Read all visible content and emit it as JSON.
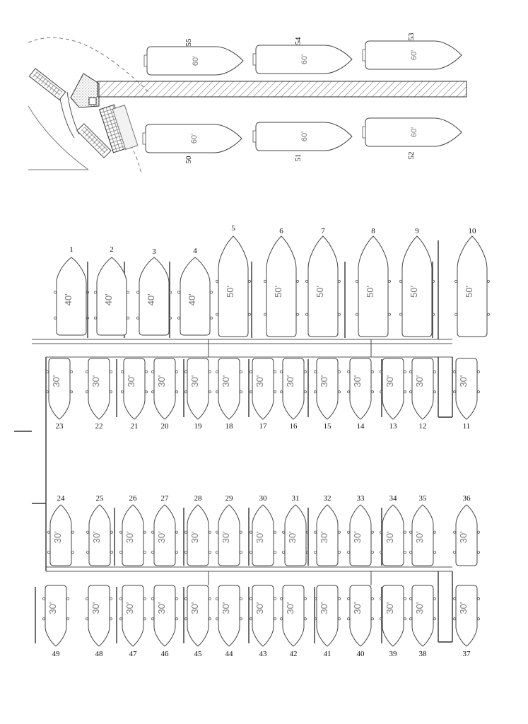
{
  "top_marina": {
    "slips": [
      {
        "number": "55",
        "size": "60'"
      },
      {
        "number": "54",
        "size": "60'"
      },
      {
        "number": "53",
        "size": "60'"
      },
      {
        "number": "50",
        "size": "60'"
      },
      {
        "number": "51",
        "size": "60'"
      },
      {
        "number": "52",
        "size": "60'"
      }
    ]
  },
  "row_a": {
    "slips": [
      {
        "number": "1",
        "size": "40'"
      },
      {
        "number": "2",
        "size": "40'"
      },
      {
        "number": "3",
        "size": "40'"
      },
      {
        "number": "4",
        "size": "40'"
      },
      {
        "number": "5",
        "size": "50'"
      },
      {
        "number": "6",
        "size": "50'"
      },
      {
        "number": "7",
        "size": "50'"
      },
      {
        "number": "8",
        "size": "50'"
      },
      {
        "number": "9",
        "size": "50'"
      },
      {
        "number": "10",
        "size": "50'"
      }
    ]
  },
  "row_b": {
    "slips": [
      {
        "number": "23",
        "size": "30'"
      },
      {
        "number": "22",
        "size": "30'"
      },
      {
        "number": "21",
        "size": "30'"
      },
      {
        "number": "20",
        "size": "30'"
      },
      {
        "number": "19",
        "size": "30'"
      },
      {
        "number": "18",
        "size": "30'"
      },
      {
        "number": "17",
        "size": "30'"
      },
      {
        "number": "16",
        "size": "30'"
      },
      {
        "number": "15",
        "size": "30'"
      },
      {
        "number": "14",
        "size": "30'"
      },
      {
        "number": "13",
        "size": "30'"
      },
      {
        "number": "12",
        "size": "30'"
      },
      {
        "number": "11",
        "size": "30'"
      }
    ]
  },
  "row_c": {
    "slips": [
      {
        "number": "24",
        "size": "30'"
      },
      {
        "number": "25",
        "size": "30'"
      },
      {
        "number": "26",
        "size": "30'"
      },
      {
        "number": "27",
        "size": "30'"
      },
      {
        "number": "28",
        "size": "30'"
      },
      {
        "number": "29",
        "size": "30'"
      },
      {
        "number": "30",
        "size": "30'"
      },
      {
        "number": "31",
        "size": "30'"
      },
      {
        "number": "32",
        "size": "30'"
      },
      {
        "number": "33",
        "size": "30'"
      },
      {
        "number": "34",
        "size": "30'"
      },
      {
        "number": "35",
        "size": "30'"
      },
      {
        "number": "36",
        "size": "30'"
      }
    ]
  },
  "row_d": {
    "slips": [
      {
        "number": "49",
        "size": "30'"
      },
      {
        "number": "48",
        "size": "30'"
      },
      {
        "number": "47",
        "size": "30'"
      },
      {
        "number": "46",
        "size": "30'"
      },
      {
        "number": "45",
        "size": "30'"
      },
      {
        "number": "44",
        "size": "30'"
      },
      {
        "number": "43",
        "size": "30'"
      },
      {
        "number": "42",
        "size": "30'"
      },
      {
        "number": "41",
        "size": "30'"
      },
      {
        "number": "40",
        "size": "30'"
      },
      {
        "number": "39",
        "size": "30'"
      },
      {
        "number": "38",
        "size": "30'"
      },
      {
        "number": "37",
        "size": "30'"
      }
    ]
  }
}
